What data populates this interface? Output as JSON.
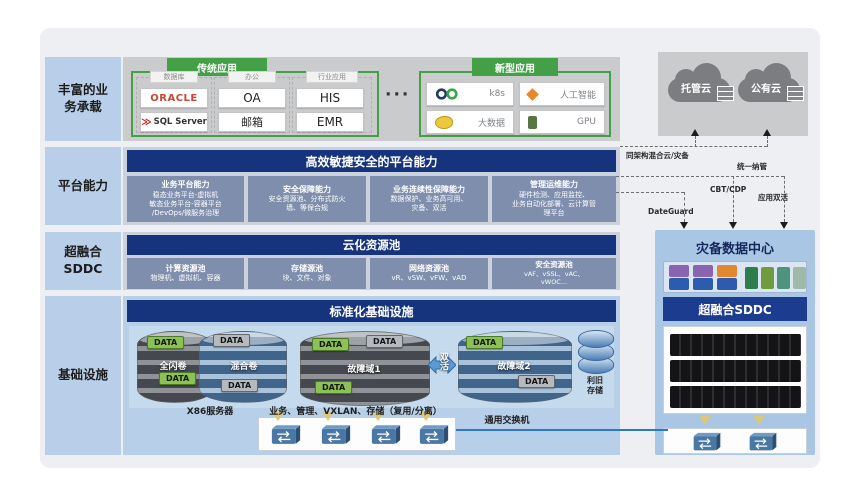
{
  "left_labels": {
    "business": "丰富的业\n务承载",
    "platform": "平台能力",
    "sddc": "超融合\nSDDC",
    "infra": "基础设施"
  },
  "business": {
    "traditional": {
      "tab": "传统应用",
      "groups": [
        {
          "label": "数据库",
          "items": [
            "ORACLE",
            "SQL Server"
          ]
        },
        {
          "label": "办公",
          "items": [
            "OA",
            "邮箱"
          ]
        },
        {
          "label": "行业应用",
          "items": [
            "HIS",
            "EMR"
          ]
        }
      ]
    },
    "ellipsis": "···",
    "modern": {
      "tab": "新型应用",
      "items": [
        {
          "label": "k8s",
          "icon": "devops-infinity-icon"
        },
        {
          "label": "人工智能",
          "icon": "tensorflow-icon"
        },
        {
          "label": "大数据",
          "icon": "hadoop-elephant-icon"
        },
        {
          "label": "GPU",
          "icon": "gpu-figure-icon"
        }
      ]
    }
  },
  "clouds": {
    "hosted": "托管云",
    "public": "公有云"
  },
  "platform": {
    "header": "高效敏捷安全的平台能力",
    "boxes": [
      {
        "title": "业务平台能力",
        "desc": "稳态业务平台-虚拟机\n敏态业务平台-容器平台\n/DevOps/微服务治理"
      },
      {
        "title": "安全保障能力",
        "desc": "安全资源池、分布式防火\n墙、等保合规"
      },
      {
        "title": "业务连续性保障能力",
        "desc": "数据保护、业务高可用、\n灾备、双活"
      },
      {
        "title": "管理运维能力",
        "desc": "硬件检测、应用监控、\n业务自动化部署、云计算管\n理平台"
      }
    ]
  },
  "sddc": {
    "header": "云化资源池",
    "boxes": [
      {
        "title": "计算资源池",
        "desc": "物理机、虚拟机、容器"
      },
      {
        "title": "存储源池",
        "desc": "块、文件、对象"
      },
      {
        "title": "网络资源池",
        "desc": "vR、vSW、vFW、vAD"
      },
      {
        "title": "安全资源池",
        "desc": "vAF、vSSL、vAC、\nvWOC..."
      }
    ]
  },
  "infra": {
    "header": "标准化基础设施",
    "flash_volume": "全闪卷",
    "hybrid_volume": "混合卷",
    "fault_domain1": "故障域1",
    "fault_domain2": "故障域2",
    "dual_active": "双活",
    "legacy_storage": "利旧\n存储",
    "data_chip": "DATA",
    "x86_label": "X86服务器",
    "network_label": "业务、管理、VXLAN、存储（复用/分离）",
    "switch_label": "通用交换机"
  },
  "dr": {
    "title": "灾备数据中心",
    "sddc_bar": "超融合SDDC"
  },
  "connectors": {
    "hybrid_cloud": "同架构混合云/灾备",
    "unified_mgmt": "统一纳管",
    "dateguard": "DateGuard",
    "cbt_cdp": "CBT/CDP",
    "app_dual_active": "应用双活"
  }
}
